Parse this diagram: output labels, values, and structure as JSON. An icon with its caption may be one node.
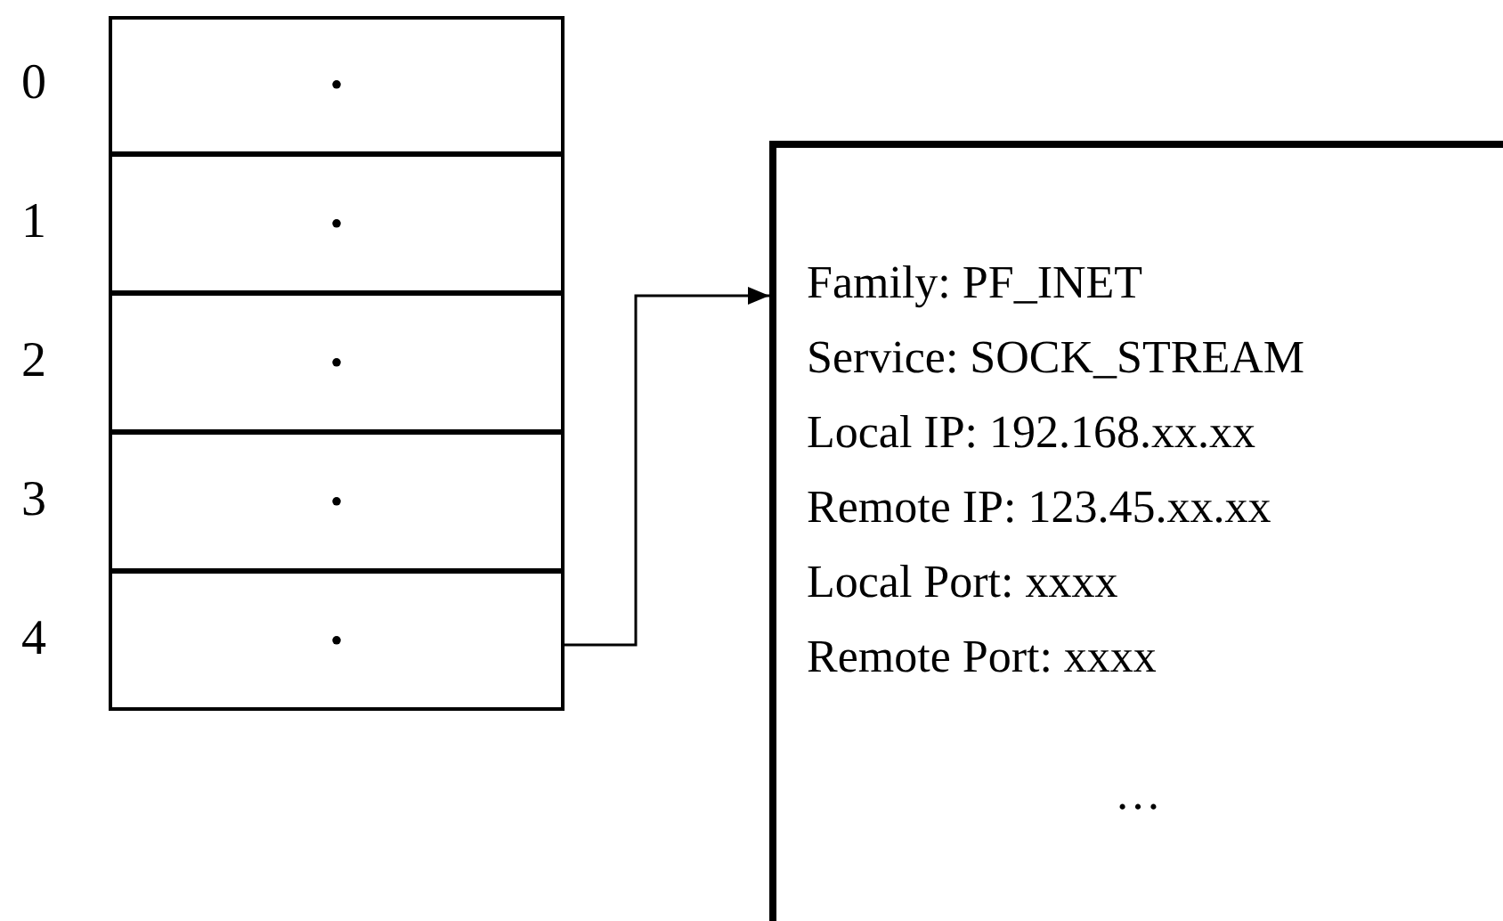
{
  "diagram": {
    "nodes": [
      {
        "text": [
          "•"
        ],
        "beside": [
          "0"
        ]
      },
      {
        "text": [
          "•"
        ],
        "beside": [
          "1"
        ]
      },
      {
        "text": [
          "•"
        ],
        "beside": [
          "2"
        ]
      },
      {
        "text": [
          "•"
        ],
        "beside": [
          "3"
        ]
      },
      {
        "text": [
          "•"
        ],
        "beside": [
          "4"
        ]
      },
      {
        "text": [
          "Family: PF_INET",
          "Service: SOCK_STREAM",
          "Local IP: 192.168.xx.xx",
          "Remote IP: 123.45.xx.xx",
          "Local Port: xxxx",
          "Remote Port: xxxx",
          "…"
        ]
      }
    ],
    "edges": [
      {
        "from": 4,
        "to": 5,
        "arrow": "to"
      }
    ]
  }
}
